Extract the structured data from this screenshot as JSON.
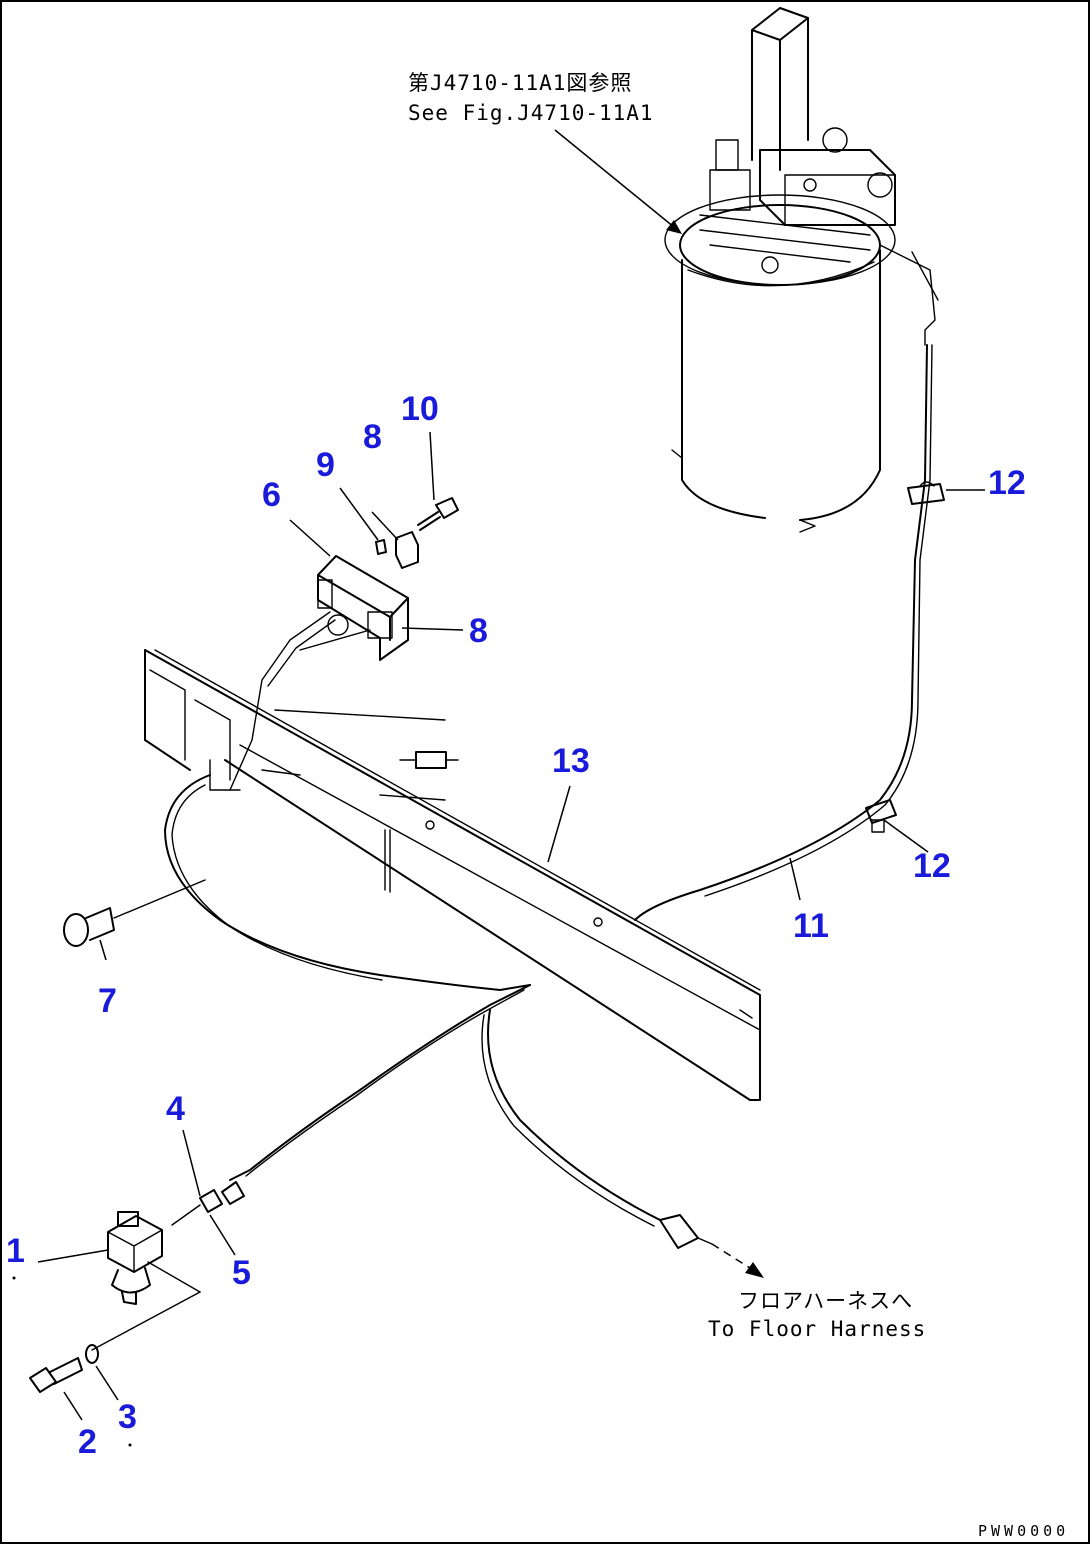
{
  "callouts": {
    "c1": "1",
    "c2": "2",
    "c3": "3",
    "c4": "4",
    "c5": "5",
    "c6": "6",
    "c7": "7",
    "c8a": "8",
    "c8b": "8",
    "c9": "9",
    "c10": "10",
    "c11": "11",
    "c12a": "12",
    "c12b": "12",
    "c13": "13"
  },
  "notes": {
    "reference_jp": "第J4710-11A1図参照",
    "reference_en": "See Fig.J4710-11A1",
    "floor_harness_jp": "フロアハーネスへ",
    "floor_harness_en": "To Floor Harness"
  },
  "drawing_code": "PWW0000",
  "colors": {
    "callout": "#1a1adb",
    "line": "#000000",
    "background": "#ffffff"
  }
}
